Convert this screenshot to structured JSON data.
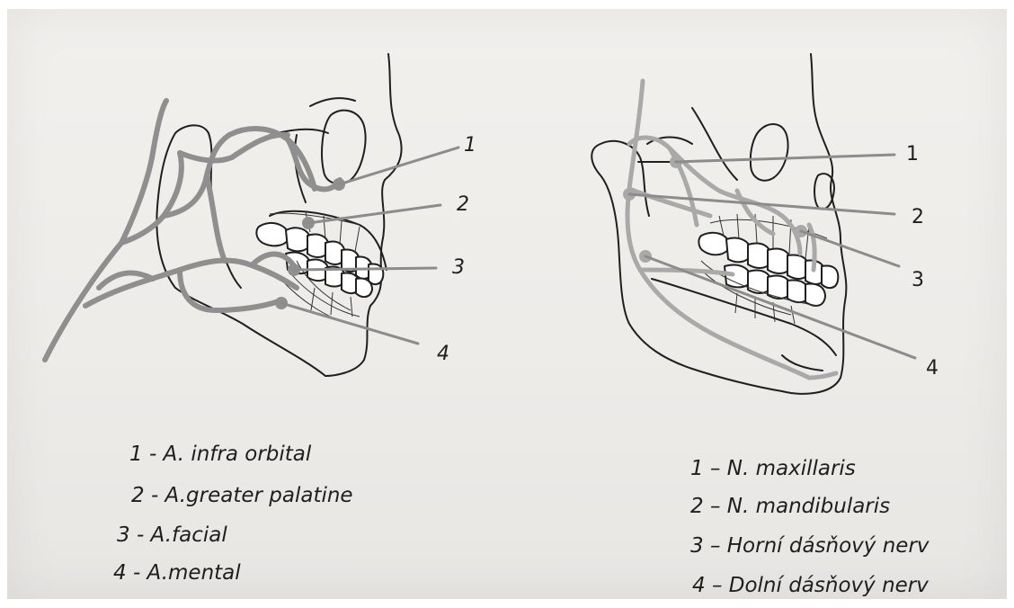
{
  "left_figure": {
    "callouts": [
      "1",
      "2",
      "3",
      "4"
    ],
    "legend": [
      "1 - A. infra orbital",
      "2 - A.greater palatine",
      "3 - A.facial",
      "4 - A.mental"
    ]
  },
  "right_figure": {
    "callouts": [
      "1",
      "2",
      "3",
      "4"
    ],
    "legend": [
      "1 – N. maxillaris",
      "2 – N. mandibularis",
      "3 – Horní dásňový nerv",
      "4 – Dolní dásňový nerv"
    ]
  },
  "colors": {
    "outline": "#1f1f1f",
    "artery": "#8f8f8f",
    "nerve": "#a9a9a9",
    "leader": "#8c8c8c"
  }
}
